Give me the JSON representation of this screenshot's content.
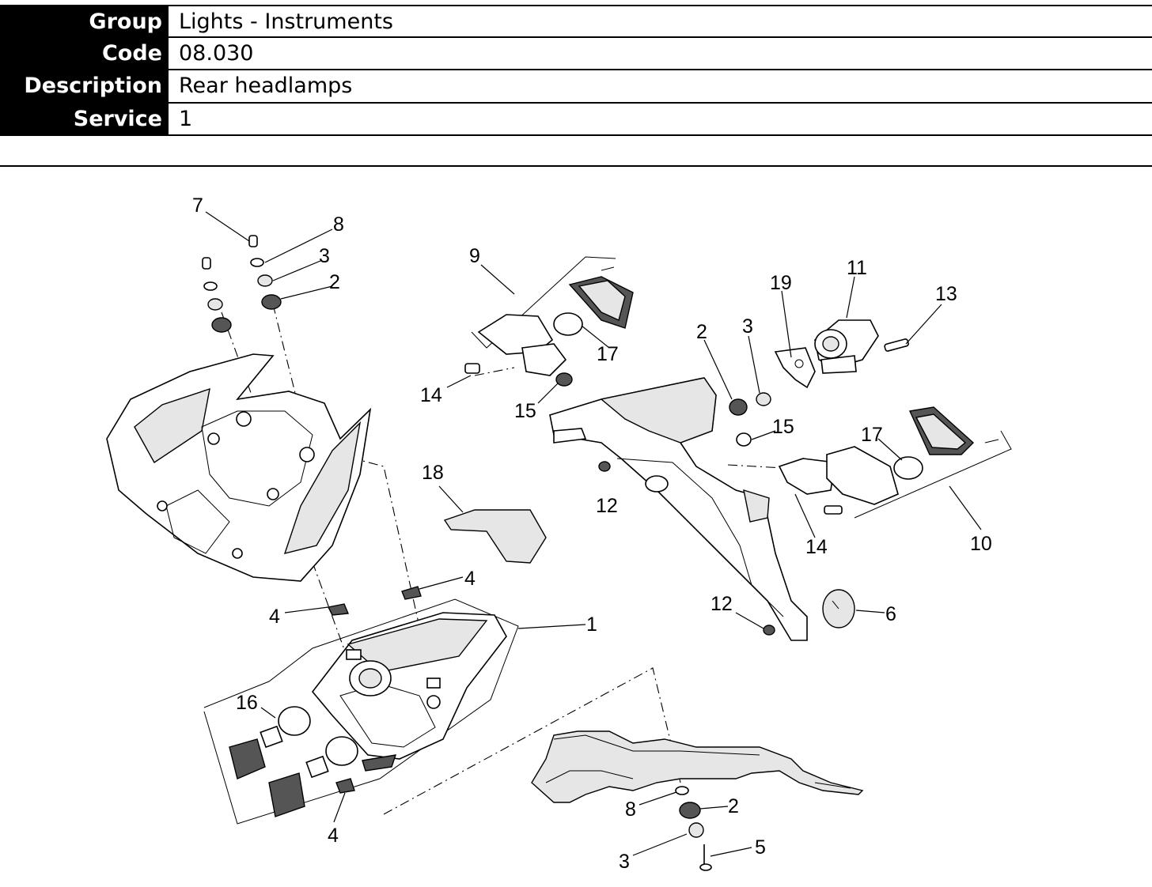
{
  "header": {
    "rows": [
      {
        "label": "Group",
        "value": "Lights - Instruments"
      },
      {
        "label": "Code",
        "value": "08.030"
      },
      {
        "label": "Description",
        "value": "Rear headlamps"
      },
      {
        "label": "Service",
        "value": "1"
      }
    ]
  },
  "diagram": {
    "callouts": [
      {
        "id": "c7",
        "text": "7"
      },
      {
        "id": "c8a",
        "text": "8"
      },
      {
        "id": "c3a",
        "text": "3"
      },
      {
        "id": "c2a",
        "text": "2"
      },
      {
        "id": "c9",
        "text": "9"
      },
      {
        "id": "c17a",
        "text": "17"
      },
      {
        "id": "c14a",
        "text": "14"
      },
      {
        "id": "c15a",
        "text": "15"
      },
      {
        "id": "c19",
        "text": "19"
      },
      {
        "id": "c11",
        "text": "11"
      },
      {
        "id": "c13",
        "text": "13"
      },
      {
        "id": "c2b",
        "text": "2"
      },
      {
        "id": "c3b",
        "text": "3"
      },
      {
        "id": "c15b",
        "text": "15"
      },
      {
        "id": "c17b",
        "text": "17"
      },
      {
        "id": "c18",
        "text": "18"
      },
      {
        "id": "c12a",
        "text": "12"
      },
      {
        "id": "c14b",
        "text": "14"
      },
      {
        "id": "c10",
        "text": "10"
      },
      {
        "id": "c4a",
        "text": "4"
      },
      {
        "id": "c4b",
        "text": "4"
      },
      {
        "id": "c1",
        "text": "1"
      },
      {
        "id": "c12b",
        "text": "12"
      },
      {
        "id": "c6",
        "text": "6"
      },
      {
        "id": "c16",
        "text": "16"
      },
      {
        "id": "c4c",
        "text": "4"
      },
      {
        "id": "c8b",
        "text": "8"
      },
      {
        "id": "c2c",
        "text": "2"
      },
      {
        "id": "c3c",
        "text": "3"
      },
      {
        "id": "c5",
        "text": "5"
      }
    ]
  }
}
